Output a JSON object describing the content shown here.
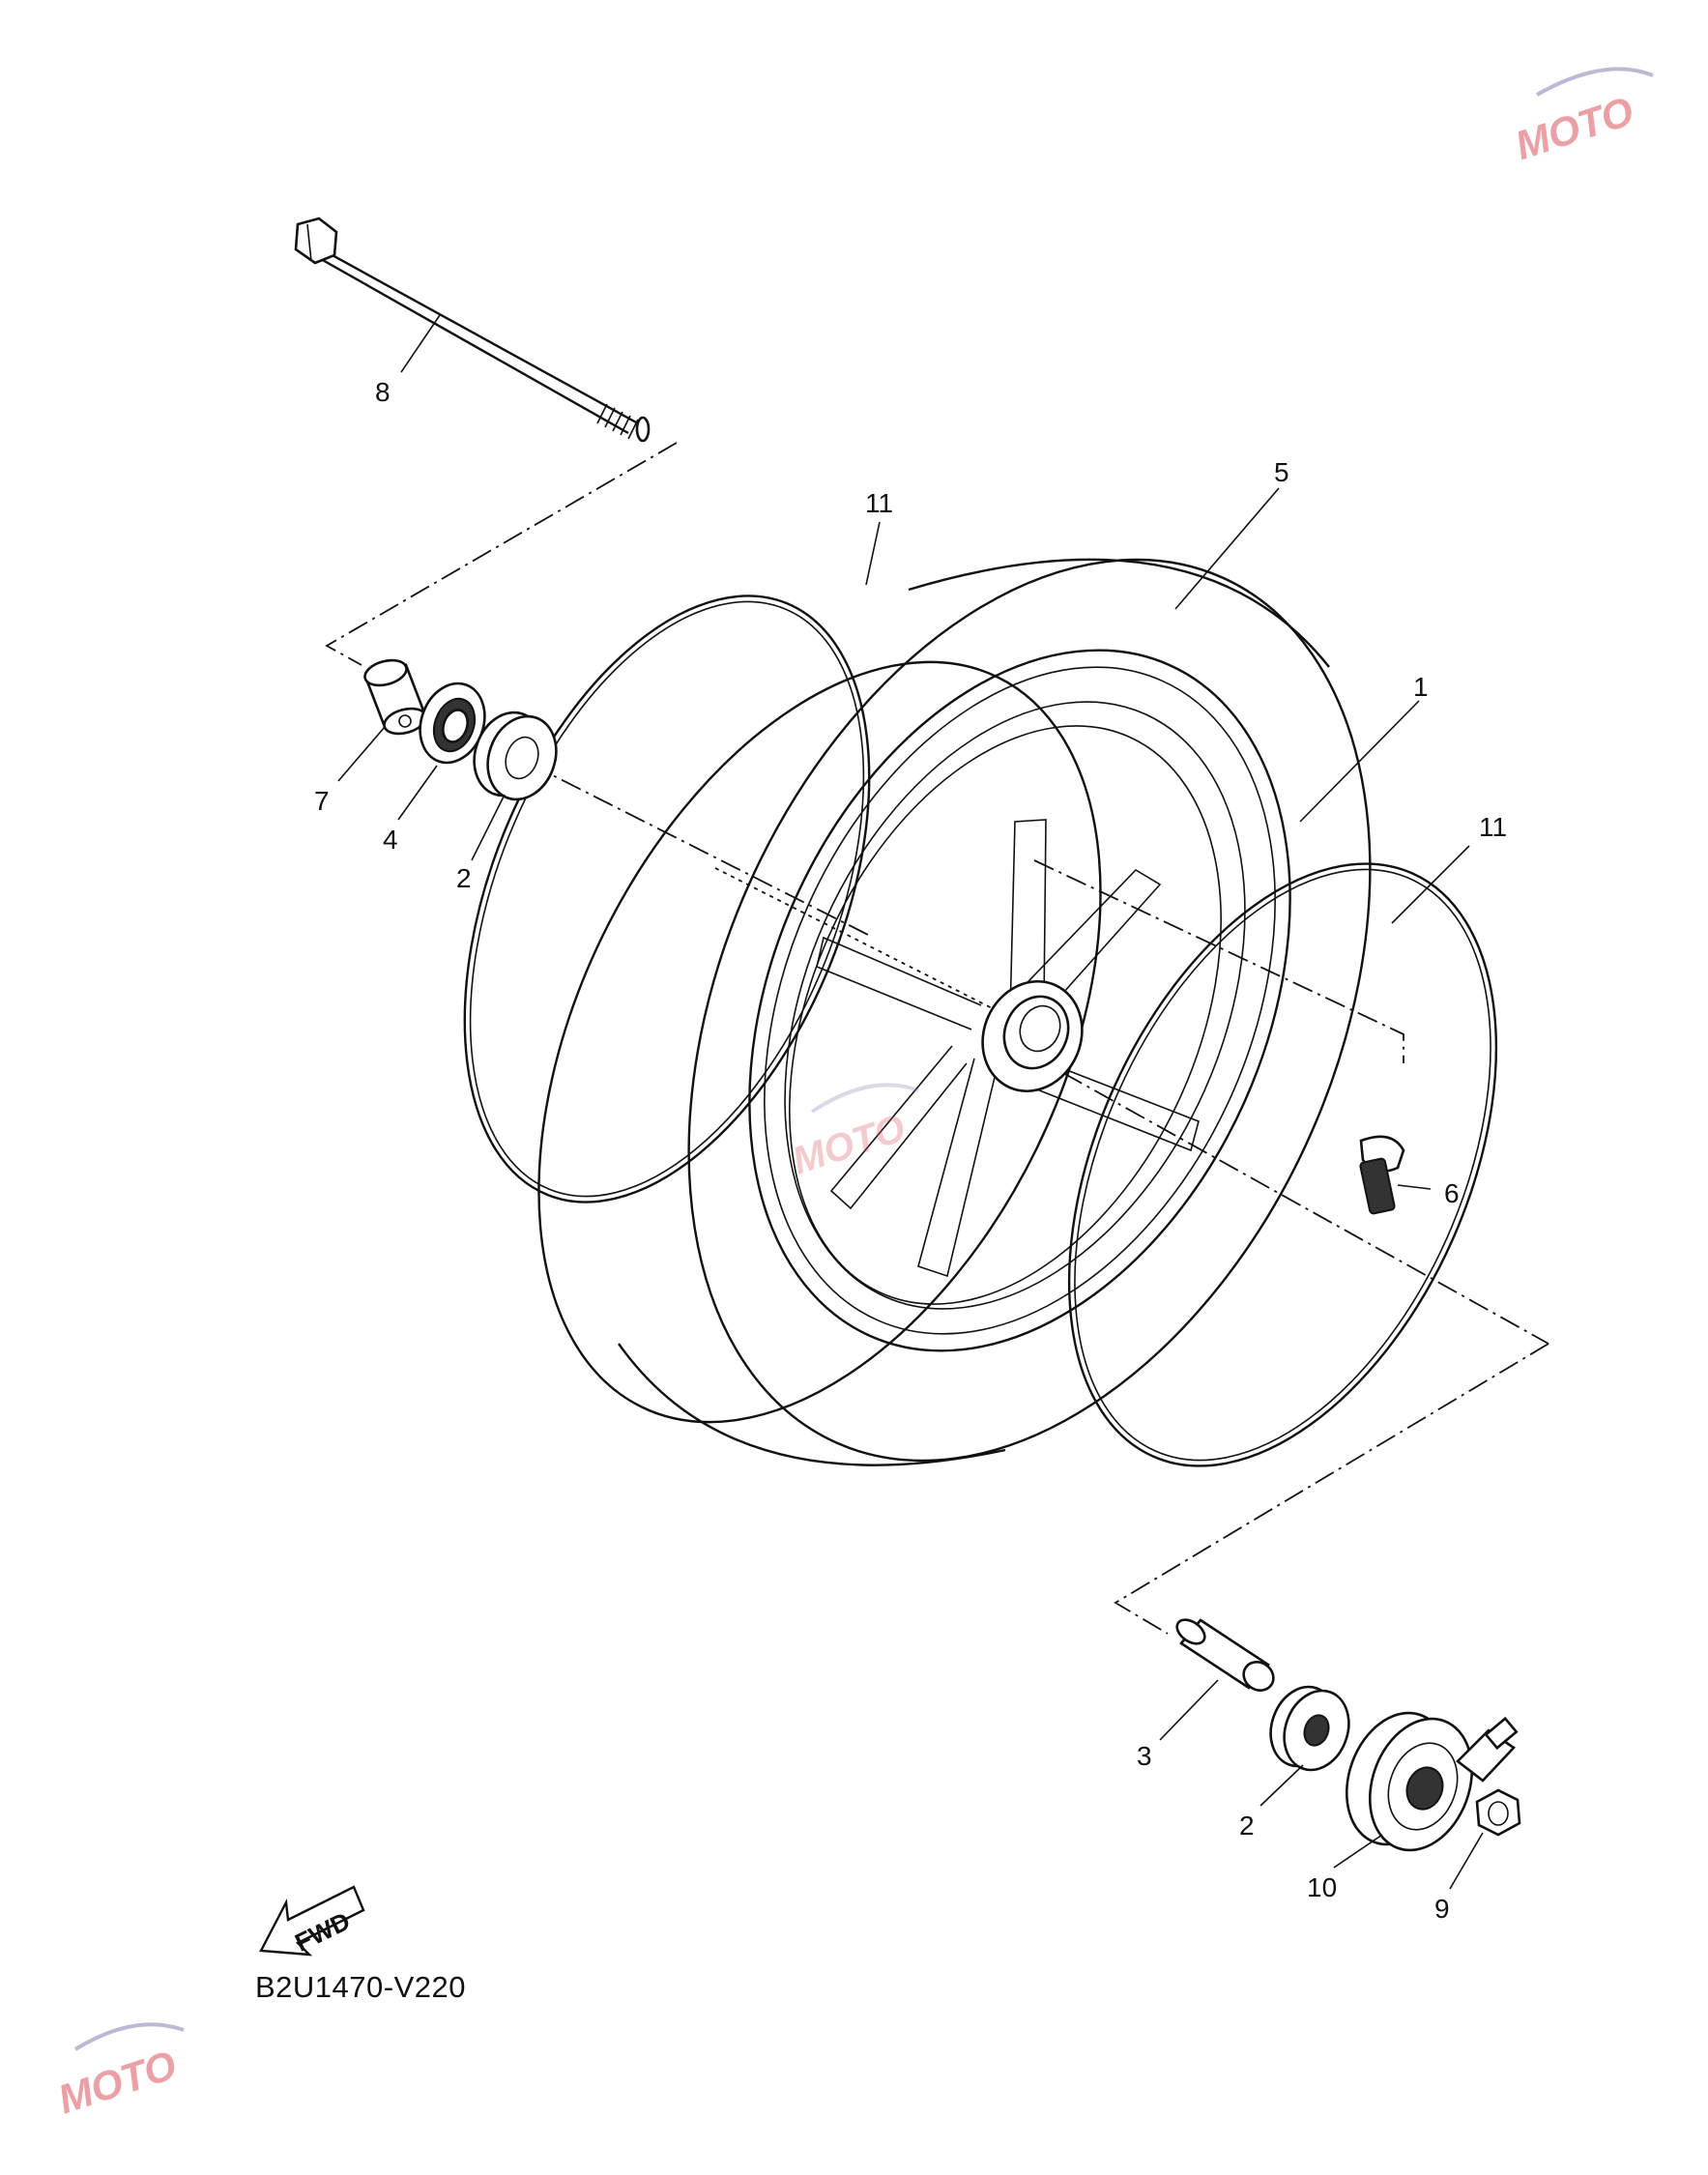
{
  "diagram": {
    "part_code": "B2U1470-V220",
    "fwd_label": "FWD",
    "callouts": [
      {
        "id": "c8",
        "label": "8"
      },
      {
        "id": "c11a",
        "label": "11"
      },
      {
        "id": "c5",
        "label": "5"
      },
      {
        "id": "c1",
        "label": "1"
      },
      {
        "id": "c11b",
        "label": "11"
      },
      {
        "id": "c7",
        "label": "7"
      },
      {
        "id": "c4",
        "label": "4"
      },
      {
        "id": "c2a",
        "label": "2"
      },
      {
        "id": "c6",
        "label": "6"
      },
      {
        "id": "c3",
        "label": "3"
      },
      {
        "id": "c2b",
        "label": "2"
      },
      {
        "id": "c10",
        "label": "10"
      },
      {
        "id": "c9",
        "label": "9"
      }
    ]
  },
  "watermark": {
    "text": "MOTO",
    "color": "#d9545c"
  }
}
